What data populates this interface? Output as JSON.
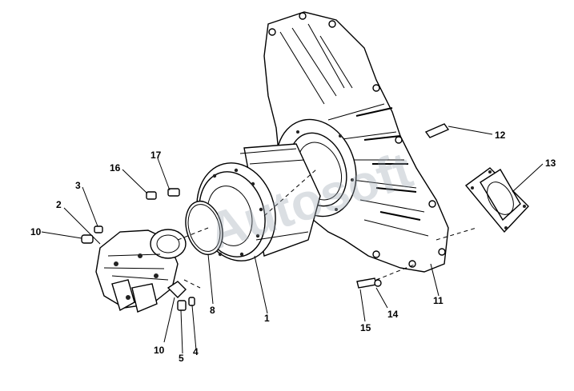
{
  "diagram": {
    "callouts": [
      "1",
      "2",
      "3",
      "4",
      "5",
      "8",
      "10",
      "10",
      "11",
      "12",
      "13",
      "14",
      "15",
      "16",
      "17"
    ]
  },
  "watermark": "Autosoft"
}
